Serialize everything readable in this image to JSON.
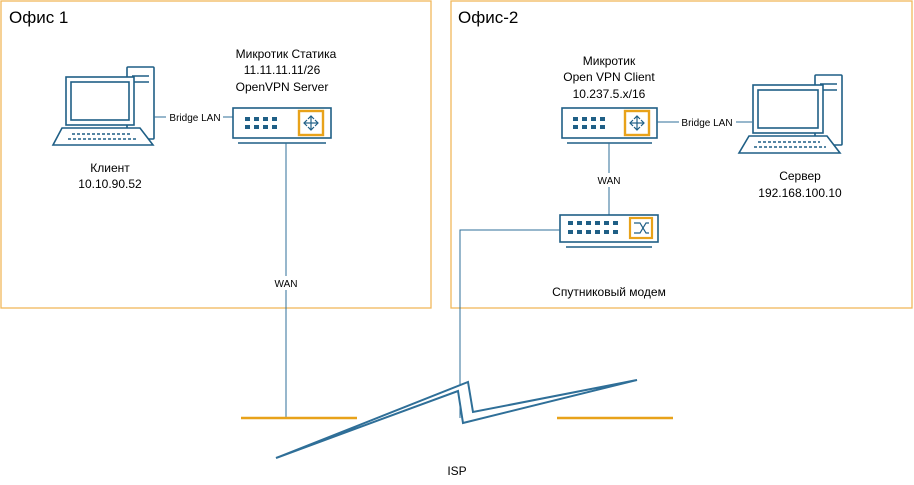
{
  "office1": {
    "title": "Офис 1",
    "router": {
      "name": "Микротик Статика",
      "ip": "11.11.11.11/26",
      "role": "OpenVPN Server"
    },
    "client": {
      "name": "Клиент",
      "ip": "10.10.90.52"
    },
    "bridge_label": "Bridge LAN",
    "wan_label": "WAN"
  },
  "office2": {
    "title": "Офис-2",
    "router": {
      "name": "Микротик",
      "role": "Open VPN Client",
      "ip": "10.237.5.x/16"
    },
    "server": {
      "name": "Сервер",
      "ip": "192.168.100.10"
    },
    "bridge_label": "Bridge LAN",
    "wan_label": "WAN",
    "modem_label": "Спутниковый модем"
  },
  "isp_label": "ISP",
  "colors": {
    "office_border": "#f0b85c",
    "device_stroke": "#1f5f86",
    "accent": "#e8a21a",
    "link": "#2f6f98"
  }
}
